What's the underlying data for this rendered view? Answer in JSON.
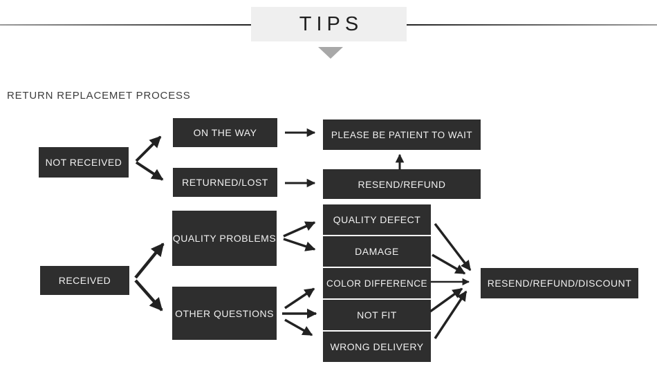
{
  "header": {
    "title": "TIPS"
  },
  "process": {
    "heading": "RETURN REPLACEMET PROCESS",
    "nodes": {
      "not_received": "NOT RECEIVED",
      "on_the_way": "ON THE WAY",
      "returned_lost": "RETURNED/LOST",
      "please_wait": "PLEASE BE PATIENT TO WAIT",
      "resend_refund": "RESEND/REFUND",
      "received": "RECEIVED",
      "quality_problems": "QUALITY PROBLEMS",
      "other_questions": "OTHER QUESTIONS",
      "quality_defect": "QUALITY DEFECT",
      "damage": "DAMAGE",
      "color_difference": "COLOR DIFFERENCE",
      "not_fit": "NOT FIT",
      "wrong_delivery": "WRONG DELIVERY",
      "resend_refund_discount": "RESEND/REFUND/DISCOUNT"
    },
    "edges": [
      [
        "not_received",
        "on_the_way"
      ],
      [
        "not_received",
        "returned_lost"
      ],
      [
        "on_the_way",
        "please_wait"
      ],
      [
        "returned_lost",
        "resend_refund"
      ],
      [
        "resend_refund",
        "please_wait"
      ],
      [
        "received",
        "quality_problems"
      ],
      [
        "received",
        "other_questions"
      ],
      [
        "quality_problems",
        "quality_defect"
      ],
      [
        "quality_problems",
        "damage"
      ],
      [
        "other_questions",
        "color_difference"
      ],
      [
        "other_questions",
        "not_fit"
      ],
      [
        "other_questions",
        "wrong_delivery"
      ],
      [
        "quality_defect",
        "resend_refund_discount"
      ],
      [
        "damage",
        "resend_refund_discount"
      ],
      [
        "color_difference",
        "resend_refund_discount"
      ],
      [
        "not_fit",
        "resend_refund_discount"
      ],
      [
        "wrong_delivery",
        "resend_refund_discount"
      ]
    ]
  },
  "colors": {
    "node_bg": "#2e2e2e",
    "node_text": "#f1f1f1",
    "header_bg": "#efefef",
    "header_text": "#1f1f1f",
    "arrow": "#222222",
    "triangle": "#a8a8a8",
    "heading_text": "#3c3c3c"
  }
}
